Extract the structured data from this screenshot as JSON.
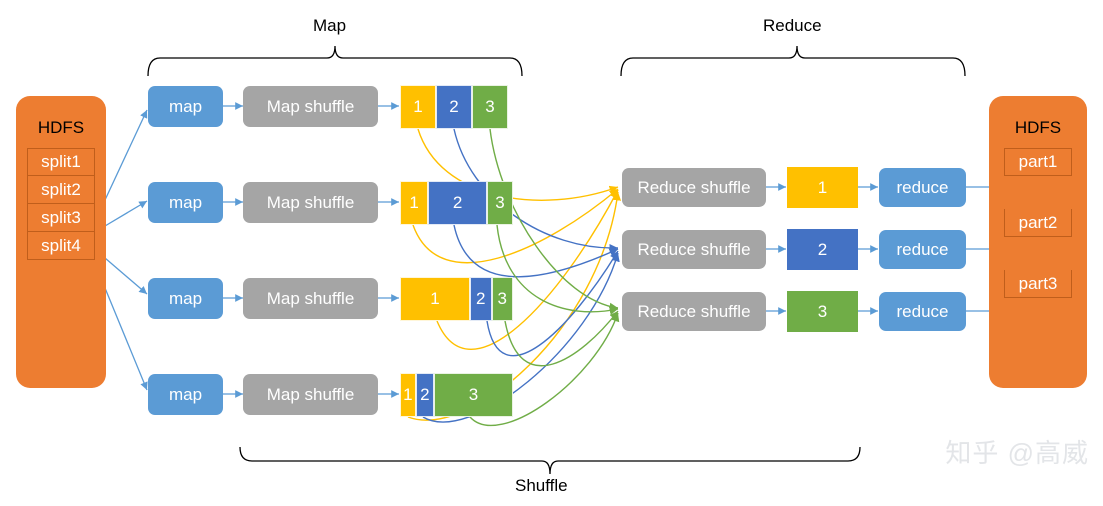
{
  "diagram": {
    "title": "MapReduce Map Shuffle Reduce dataflow",
    "phases": [
      {
        "name": "map-phase",
        "label": "Map"
      },
      {
        "name": "reduce-phase",
        "label": "Reduce"
      },
      {
        "name": "shuffle-phase",
        "label": "Shuffle"
      }
    ]
  },
  "input_store": {
    "title": "HDFS",
    "slots": [
      {
        "label": "split1"
      },
      {
        "label": "split2"
      },
      {
        "label": "split3"
      },
      {
        "label": "split4"
      }
    ]
  },
  "output_store": {
    "title": "HDFS",
    "slots": [
      {
        "label": "part1"
      },
      {
        "label": "part2"
      },
      {
        "label": "part3"
      }
    ]
  },
  "mappers": [
    {
      "label": "map"
    },
    {
      "label": "map"
    },
    {
      "label": "map"
    },
    {
      "label": "map"
    }
  ],
  "map_shuffles": [
    {
      "label": "Map shuffle"
    },
    {
      "label": "Map shuffle"
    },
    {
      "label": "Map shuffle"
    },
    {
      "label": "Map shuffle"
    }
  ],
  "partition_bars": [
    {
      "name": "map-output-1",
      "segments": [
        {
          "label": "1",
          "color": "#FFC000",
          "width_pct": 33.3
        },
        {
          "label": "2",
          "color": "#4472C4",
          "width_pct": 33.4
        },
        {
          "label": "3",
          "color": "#70AD47",
          "width_pct": 33.3
        }
      ]
    },
    {
      "name": "map-output-2",
      "segments": [
        {
          "label": "1",
          "color": "#FFC000",
          "width_pct": 25.0
        },
        {
          "label": "2",
          "color": "#4472C4",
          "width_pct": 52.0
        },
        {
          "label": "3",
          "color": "#70AD47",
          "width_pct": 23.0
        }
      ]
    },
    {
      "name": "map-output-3",
      "segments": [
        {
          "label": "1",
          "color": "#FFC000",
          "width_pct": 62.0
        },
        {
          "label": "2",
          "color": "#4472C4",
          "width_pct": 19.0
        },
        {
          "label": "3",
          "color": "#70AD47",
          "width_pct": 19.0
        }
      ]
    },
    {
      "name": "map-output-4",
      "segments": [
        {
          "label": "1",
          "color": "#FFC000",
          "width_pct": 14.0
        },
        {
          "label": "2",
          "color": "#4472C4",
          "width_pct": 16.0
        },
        {
          "label": "3",
          "color": "#70AD47",
          "width_pct": 70.0
        }
      ]
    }
  ],
  "reduce_shuffles": [
    {
      "label": "Reduce shuffle"
    },
    {
      "label": "Reduce shuffle"
    },
    {
      "label": "Reduce shuffle"
    }
  ],
  "reduce_inputs": [
    {
      "label": "1",
      "color": "#FFC000"
    },
    {
      "label": "2",
      "color": "#4472C4"
    },
    {
      "label": "3",
      "color": "#70AD47"
    }
  ],
  "reducers": [
    {
      "label": "reduce"
    },
    {
      "label": "reduce"
    },
    {
      "label": "reduce"
    }
  ],
  "palette": {
    "hdfs_orange": "#ED7D31",
    "process_blue": "#5B9BD5",
    "shuffle_gray": "#A5A5A5",
    "partition_1": "#FFC000",
    "partition_2": "#4472C4",
    "partition_3": "#70AD47",
    "connector_blue": "#5B9BD5",
    "bracket_black": "#000000"
  },
  "watermark": {
    "text": "知乎 @高威"
  }
}
